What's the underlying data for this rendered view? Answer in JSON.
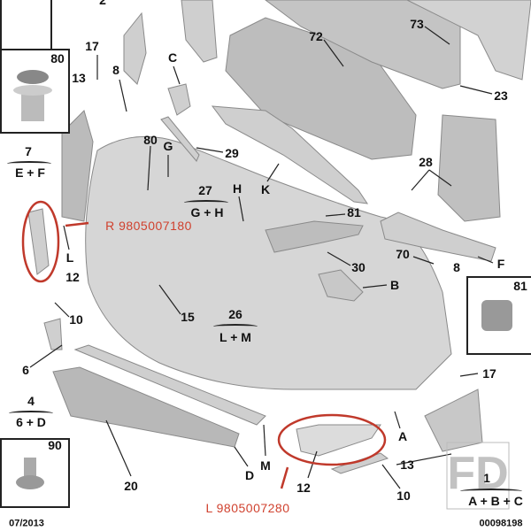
{
  "labels": {
    "l2": "2",
    "l17a": "17",
    "l80a": "80",
    "l13a": "13",
    "l8a": "8",
    "lC": "C",
    "l72": "72",
    "l73": "73",
    "l23": "23",
    "l80b": "80",
    "lG": "G",
    "l29": "29",
    "l7": "7",
    "lEF": "E + F",
    "l27": "27",
    "lGH": "G + H",
    "lH": "H",
    "lK": "K",
    "l28": "28",
    "l81a": "81",
    "lL": "L",
    "l12a": "12",
    "l30": "30",
    "lB": "B",
    "l70": "70",
    "l8b": "8",
    "lF": "F",
    "l81b": "81",
    "l15": "15",
    "l26": "26",
    "lLM": "L + M",
    "l10a": "10",
    "l6": "6",
    "l17b": "17",
    "l4": "4",
    "l6D": "6 + D",
    "lA": "A",
    "l90": "90",
    "lM": "M",
    "lD": "D",
    "l12b": "12",
    "l13b": "13",
    "l10b": "10",
    "l20": "20",
    "l1": "1",
    "lABC": "A + B + C"
  },
  "annotations": {
    "right_part": "R 9805007180",
    "left_part": "L 9805007280"
  },
  "footer": {
    "date": "07/2013",
    "ref": "00098198"
  },
  "watermark": "FD",
  "colors": {
    "annotation": "#d0412e",
    "part": "#c9c9c9",
    "outline": "#888888"
  }
}
